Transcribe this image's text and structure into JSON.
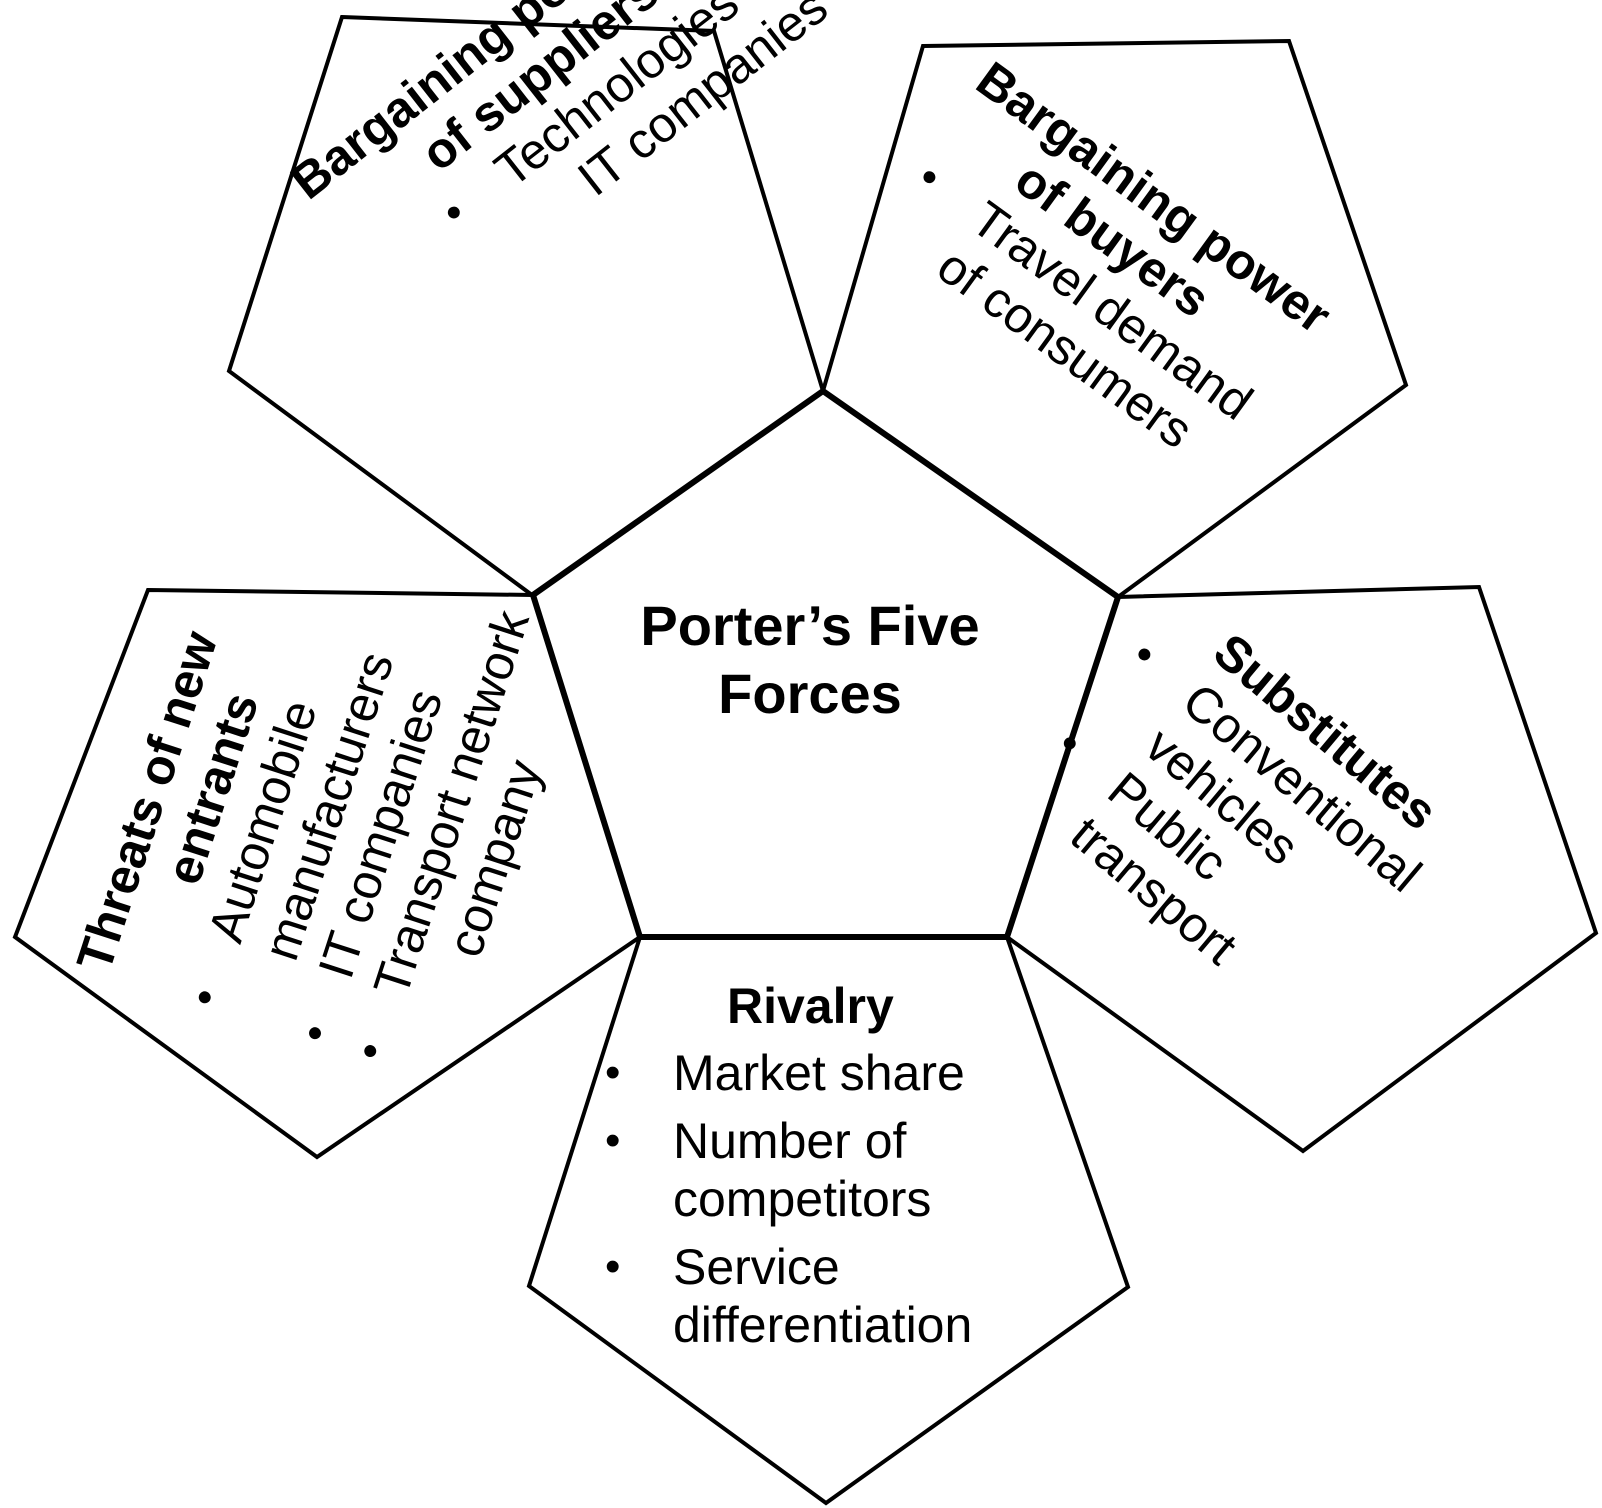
{
  "center": {
    "title_line1": "Porter’s Five",
    "title_line2": "Forces"
  },
  "suppliers": {
    "title_line1": "Bargaining power",
    "title_line2": "of suppliers",
    "items": [
      {
        "line1": "Technologies of",
        "line2": "IT companies"
      }
    ]
  },
  "buyers": {
    "title_line1": "Bargaining power",
    "title_line2": "of buyers",
    "items": [
      {
        "line1": "Travel demand",
        "line2": "of consumers"
      }
    ]
  },
  "entrants": {
    "title_line1": "Threats of new",
    "title_line2": "entrants",
    "items": [
      {
        "line1": "Automobile",
        "line2": "manufacturers"
      },
      {
        "line1": "IT companies"
      },
      {
        "line1": "Transport network",
        "line2": "company"
      }
    ]
  },
  "substitutes": {
    "title": "Substitutes",
    "items": [
      {
        "line1": "Conventional",
        "line2": "vehicles"
      },
      {
        "line1": "Public",
        "line2": "transport"
      }
    ]
  },
  "rivalry": {
    "title": "Rivalry",
    "items": [
      {
        "line1": "Market share"
      },
      {
        "line1": "Number of",
        "line2": "competitors"
      },
      {
        "line1": "Service",
        "line2": "differentiation"
      }
    ]
  },
  "bullet_glyph": "•"
}
